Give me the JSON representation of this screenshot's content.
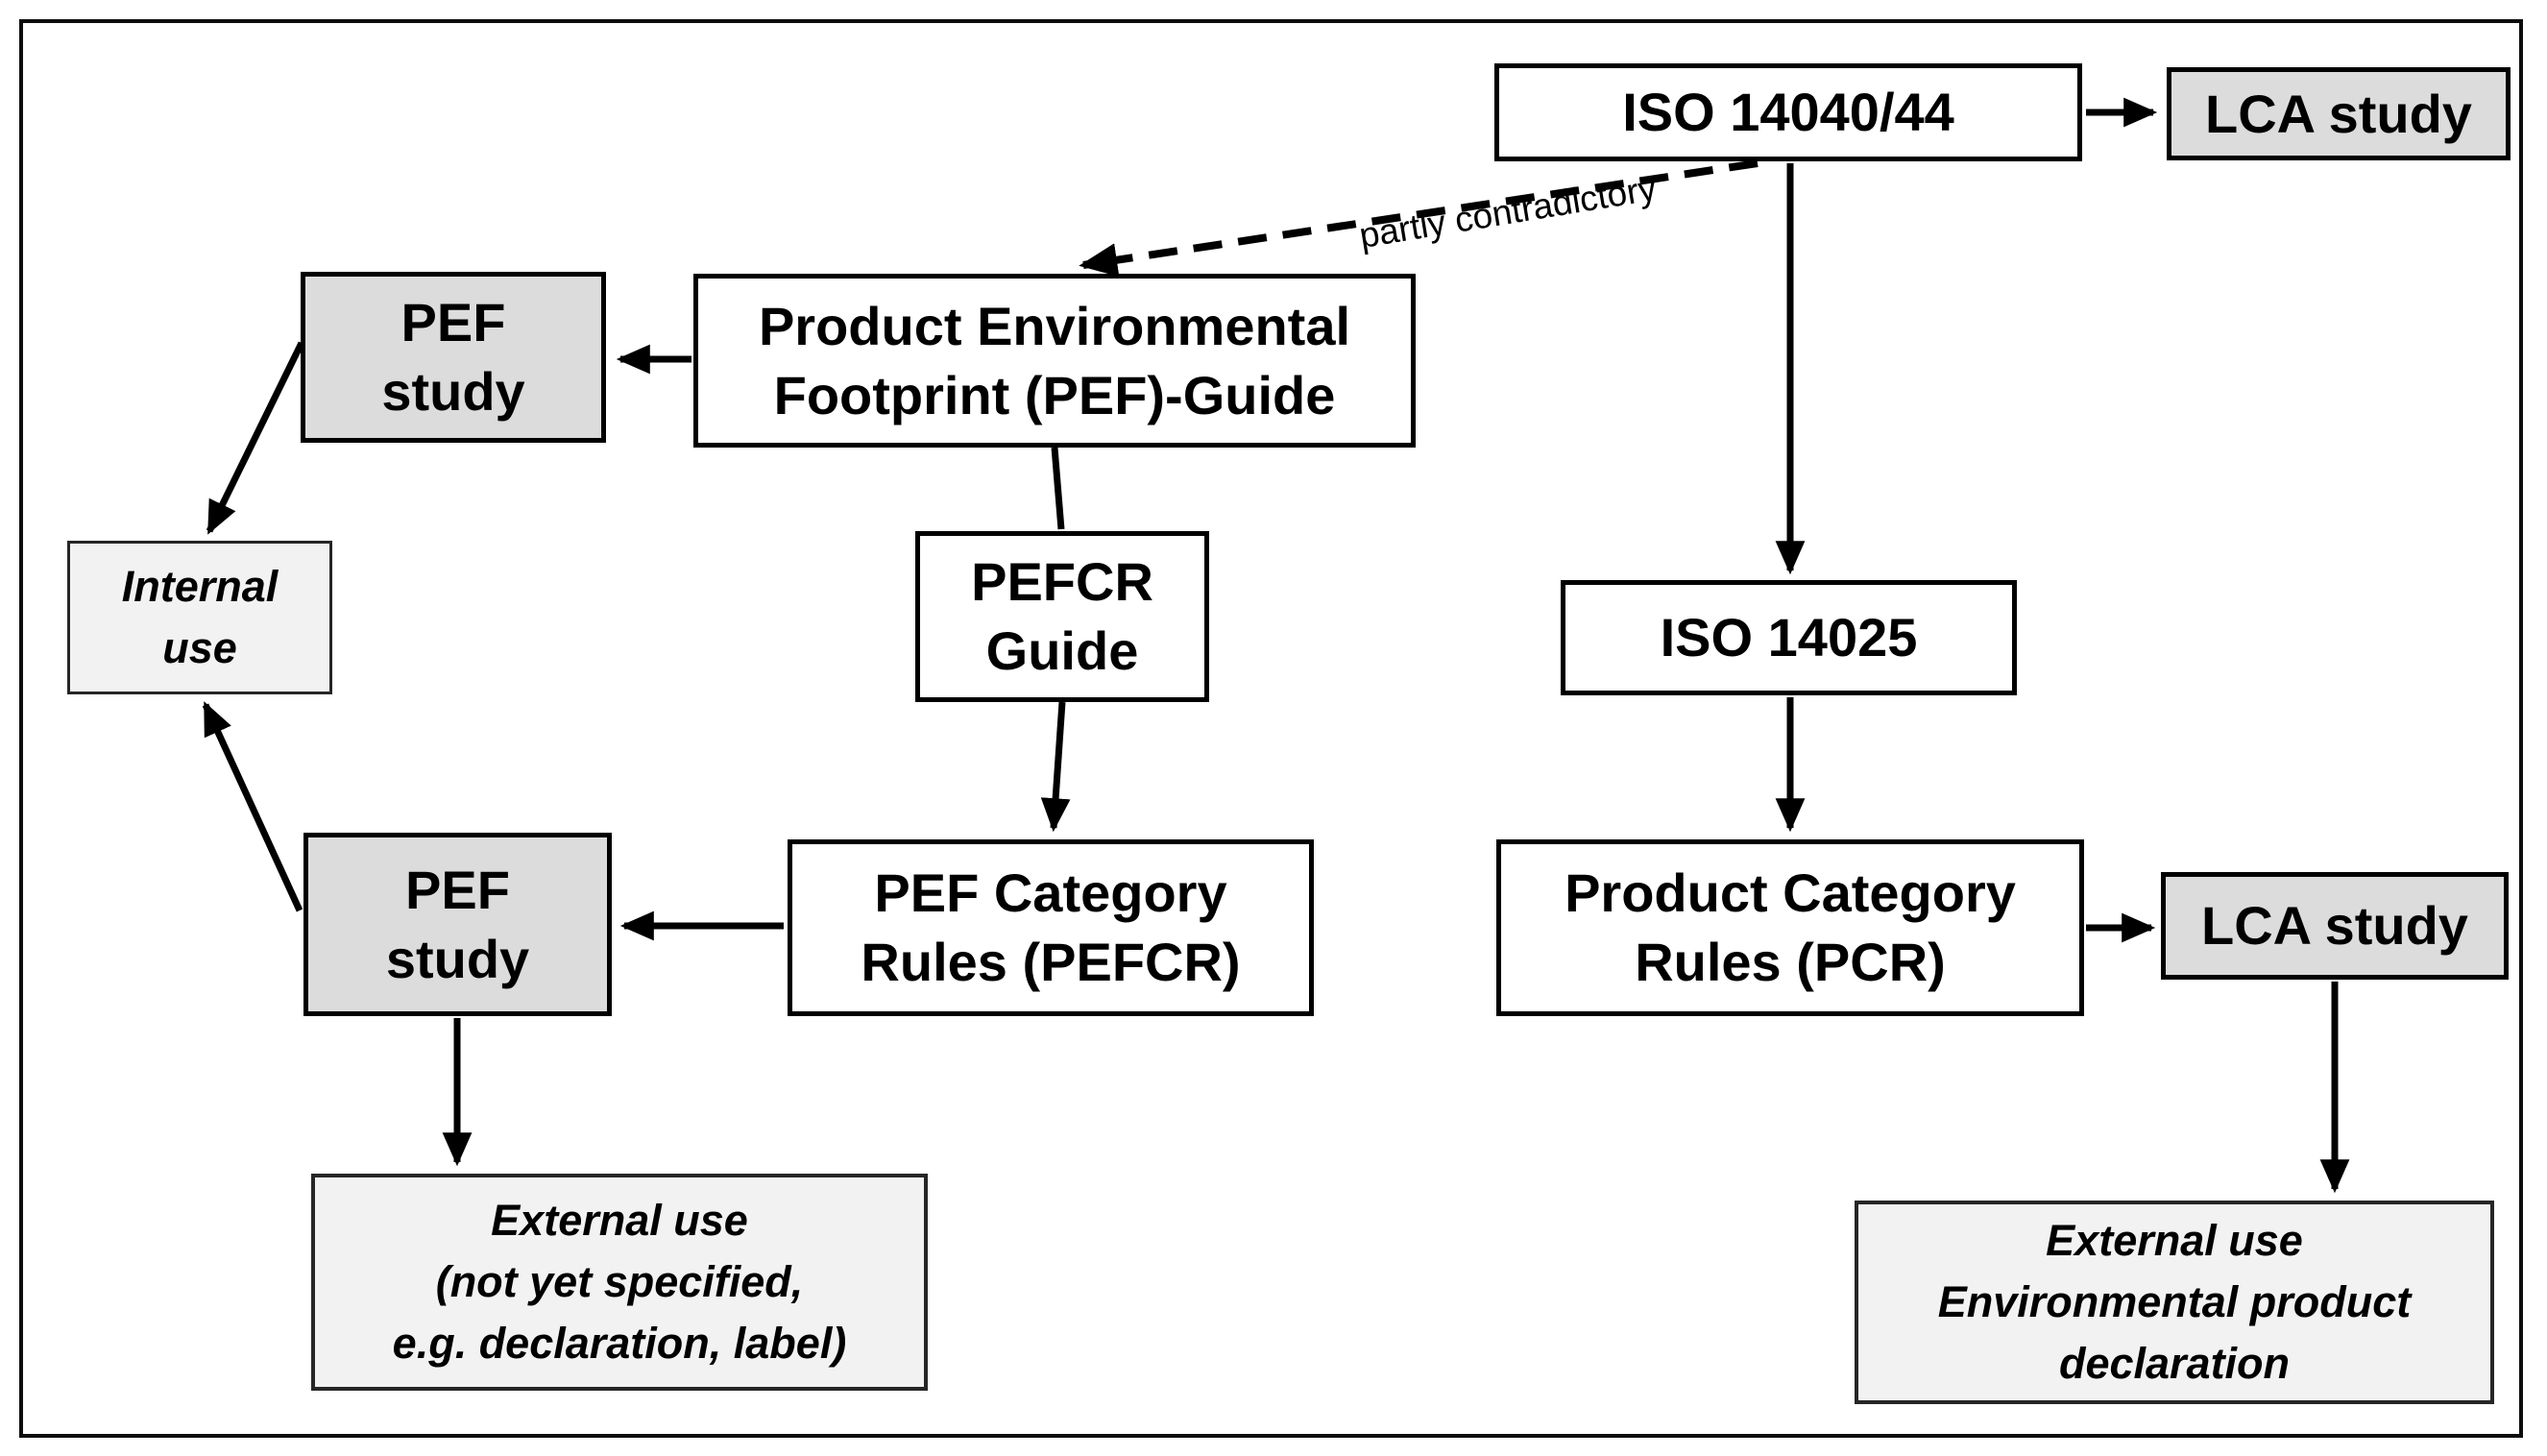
{
  "diagram": {
    "edge_label": "partly contradictory",
    "colors": {
      "line": "#000000",
      "box_fill_white": "#ffffff",
      "box_fill_gray": "#dcdcdc",
      "box_fill_light_gray": "#f2f2f2",
      "frame_border": "#0d0d0d"
    },
    "nodes": {
      "iso14040": {
        "label": "ISO 14040/44"
      },
      "lca_study_top": {
        "label": "LCA study"
      },
      "pef_study_top": {
        "line1": "PEF",
        "line2": "study"
      },
      "pef_guide": {
        "line1": "Product Environmental",
        "line2": "Footprint (PEF)-Guide"
      },
      "internal_use": {
        "line1": "Internal",
        "line2": "use"
      },
      "pefcr_guide": {
        "line1": "PEFCR",
        "line2": "Guide"
      },
      "iso14025": {
        "label": "ISO 14025"
      },
      "pef_category_rules": {
        "line1": "PEF Category",
        "line2": "Rules (PEFCR)"
      },
      "pef_study_bottom": {
        "line1": "PEF",
        "line2": "study"
      },
      "product_category_rules": {
        "line1": "Product Category",
        "line2": "Rules (PCR)"
      },
      "lca_study_bottom": {
        "label": "LCA study"
      },
      "external_use_left": {
        "line1": "External use",
        "line2": "(not yet specified,",
        "line3": "e.g. declaration, label)"
      },
      "external_use_right": {
        "line1": "External use",
        "line2": "Environmental product",
        "line3": "declaration"
      }
    }
  }
}
